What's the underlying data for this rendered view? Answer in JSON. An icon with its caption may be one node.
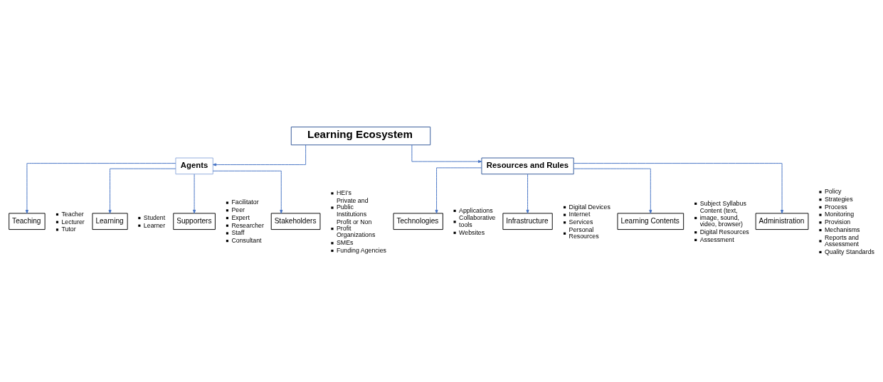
{
  "diagram": {
    "nodes": [
      {
        "text": [
          "Learning Ecosystem"
        ]
      },
      {
        "text": [
          "Agents"
        ]
      },
      {
        "text": [
          "Resources and Rules"
        ]
      },
      {
        "text": [
          "Teaching"
        ],
        "beside": [
          "Teacher",
          "Lecturer",
          "Tutor"
        ]
      },
      {
        "text": [
          "Learning"
        ],
        "beside": [
          "Student",
          "Learner"
        ]
      },
      {
        "text": [
          "Supporters"
        ],
        "beside": [
          "Facilitator",
          "Peer",
          "Expert",
          "Researcher",
          "Staff",
          "Consultant"
        ]
      },
      {
        "text": [
          "Stakeholders"
        ],
        "beside": [
          "HEI’s",
          "Private and Public Institutions",
          "Profit or Non Profit Organizations",
          "SMEs",
          "Funding Agencies"
        ]
      },
      {
        "text": [
          "Technologies"
        ],
        "beside": [
          "Applications",
          "Collaborative tools",
          "Websites"
        ]
      },
      {
        "text": [
          "Infrastructure"
        ],
        "beside": [
          "Digital Devices",
          "Internet",
          "Services",
          "Personal Resources"
        ]
      },
      {
        "text": [
          "Learning Contents"
        ],
        "beside": [
          "Subject Syllabus",
          "Content (text, image, sound, video, browser)",
          "Digital Resources",
          "Assessment"
        ]
      },
      {
        "text": [
          "Administration"
        ],
        "beside": [
          "Policy",
          "Strategies",
          "Process",
          "Monitoring",
          "Provision",
          "Mechanisms",
          "Reports and Assessment",
          "Quality Standards"
        ]
      }
    ],
    "edges": [
      {
        "from": 0,
        "to": 1,
        "arrow": "to"
      },
      {
        "from": 0,
        "to": 2,
        "arrow": "to"
      },
      {
        "from": 1,
        "to": 3,
        "arrow": "to"
      },
      {
        "from": 1,
        "to": 4,
        "arrow": "to"
      },
      {
        "from": 1,
        "to": 5,
        "arrow": "to"
      },
      {
        "from": 1,
        "to": 6,
        "arrow": "to"
      },
      {
        "from": 2,
        "to": 7,
        "arrow": "to"
      },
      {
        "from": 2,
        "to": 8,
        "arrow": "to"
      },
      {
        "from": 2,
        "to": 9,
        "arrow": "to"
      },
      {
        "from": 2,
        "to": 10,
        "arrow": "to"
      }
    ]
  }
}
